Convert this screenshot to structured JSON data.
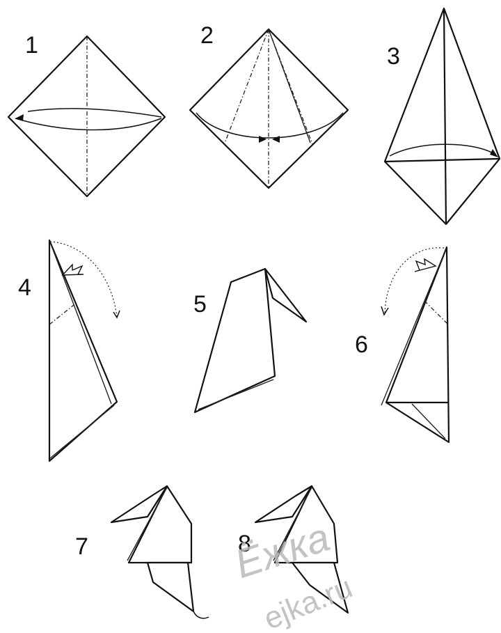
{
  "steps": [
    {
      "number": "1",
      "icon": "square-diamond-fold-icon"
    },
    {
      "number": "2",
      "icon": "kite-fold-icon"
    },
    {
      "number": "3",
      "icon": "kite-valley-fold-icon"
    },
    {
      "number": "4",
      "icon": "fold-tip-down-icon"
    },
    {
      "number": "5",
      "icon": "head-folded-icon"
    },
    {
      "number": "6",
      "icon": "fold-tip-down-icon"
    },
    {
      "number": "7",
      "icon": "bird-body-icon"
    },
    {
      "number": "8",
      "icon": "finished-crow-icon"
    }
  ],
  "watermark": {
    "logo": "Ёжка",
    "text": "ejka.ru"
  },
  "colors": {
    "line": "#111111",
    "paper": "#ffffff",
    "watermark": "#b9b9b9"
  }
}
